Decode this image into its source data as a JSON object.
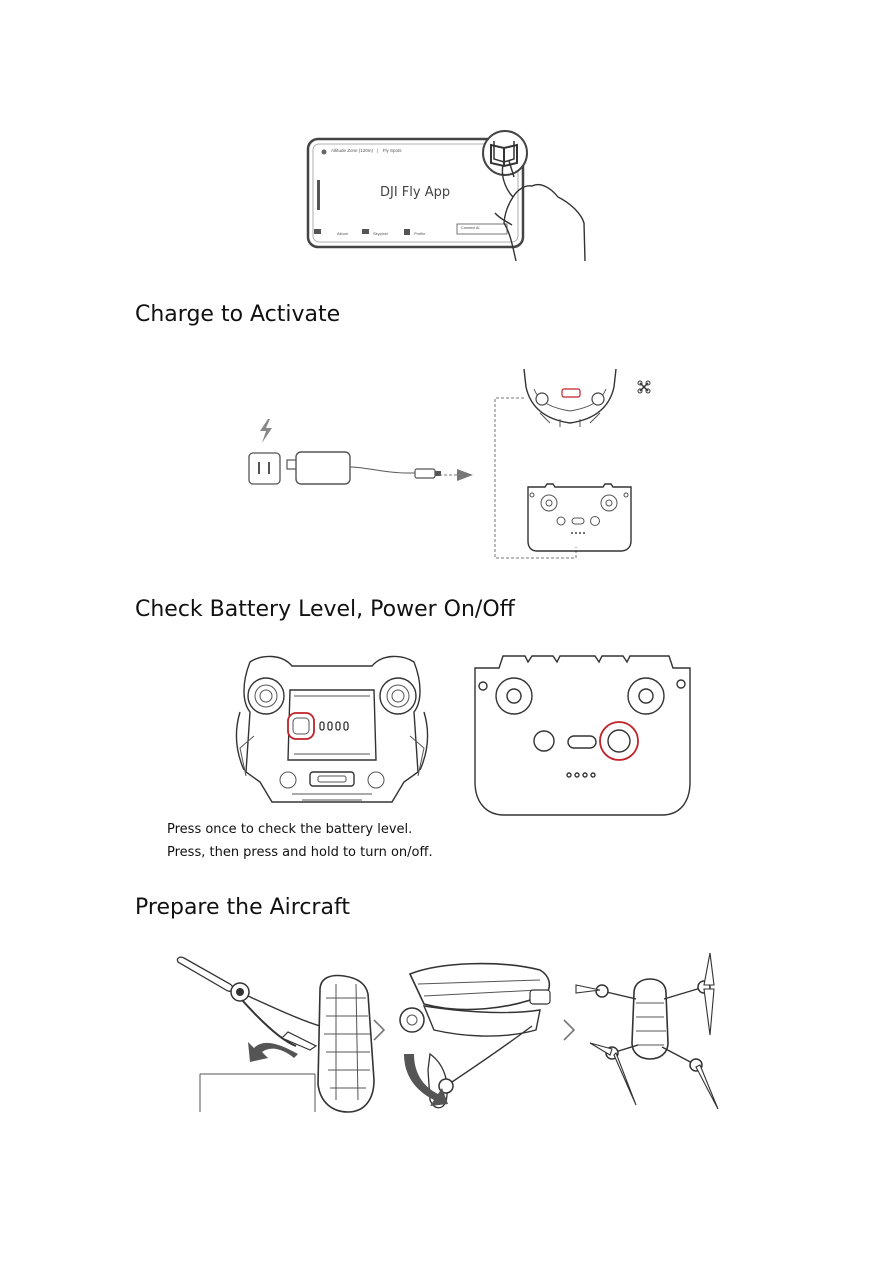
{
  "app_illustration": {
    "topbar": [
      "Altitude Zone (120m)",
      "|",
      "Fly Spots"
    ],
    "title": "DJI Fly App",
    "bottom_nav": [
      "Album",
      "Skypixel",
      "Profile"
    ],
    "connect_button": "Connect Ai"
  },
  "sections": {
    "charge": {
      "heading": "Charge to Activate"
    },
    "battery": {
      "heading": "Check Battery Level, Power On/Off",
      "notes": [
        "Press once to check the battery level.",
        "Press, then press and hold to turn on/off."
      ]
    },
    "prepare": {
      "heading": "Prepare the Aircraft"
    }
  },
  "colors": {
    "highlight": "#c0222a",
    "text": "#111111"
  },
  "icons": [
    "book-icon",
    "pointing-hand-icon",
    "lightning-icon",
    "power-plug-icon",
    "charger-icon",
    "arrow-right-icon",
    "aircraft-icon",
    "remote-controller-icon",
    "chevron-right-icon"
  ]
}
